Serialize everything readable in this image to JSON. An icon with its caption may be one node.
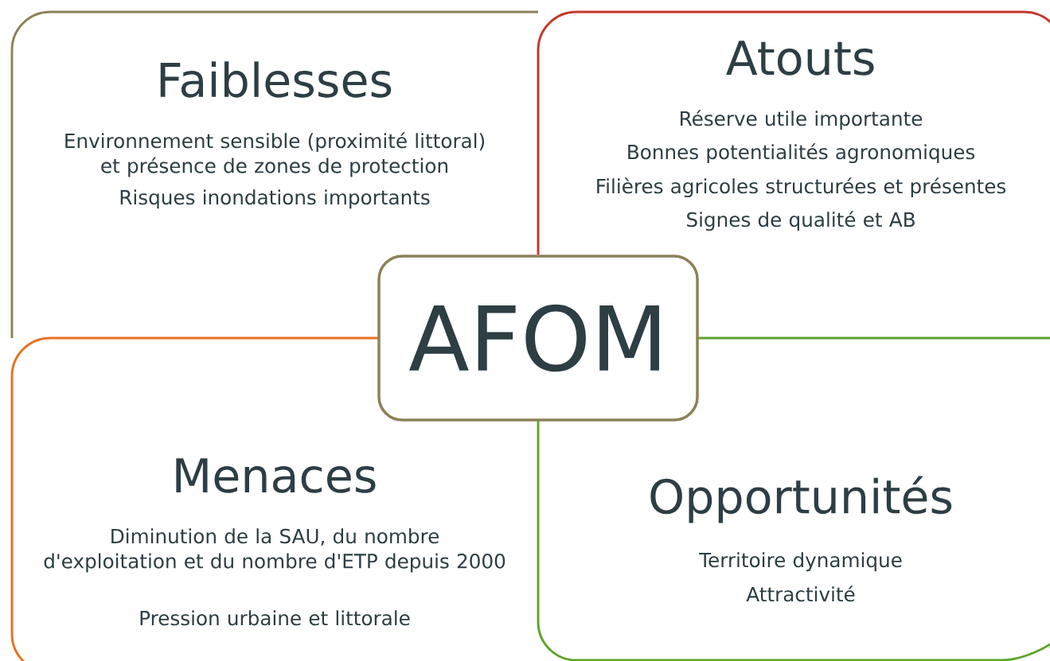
{
  "diagram": {
    "nodes": [
      {
        "text": [
          "Faiblesses",
          "Environnement sensible (proximité littoral) et présence de zones de protection",
          "Risques inondations importants"
        ]
      },
      {
        "text": [
          "Atouts",
          "Réserve utile importante",
          "Bonnes potentialités agronomiques",
          "Filières agricoles structurées et présentes",
          "Signes de qualité et AB"
        ]
      },
      {
        "text": [
          "AFOM"
        ]
      },
      {
        "text": [
          "Menaces",
          "Diminution de la SAU, du nombre d'exploitation et du nombre d'ETP depuis 2000",
          "Pression urbaine et littorale"
        ]
      },
      {
        "text": [
          "Opportunités",
          "Territoire dynamique",
          "Attractivité"
        ]
      }
    ]
  }
}
